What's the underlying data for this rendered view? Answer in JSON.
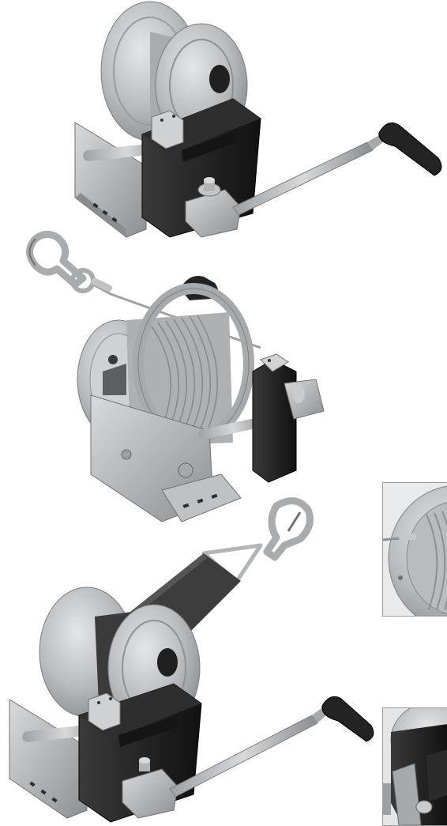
{
  "palette": {
    "background": "#ffffff",
    "steel": "#b4b7b9",
    "steel_dark": "#7e8184",
    "housing_black": "#1c1c1c",
    "strap": "#3a3a3a",
    "grip": "#222222"
  },
  "figures": [
    {
      "subject": "hand-winch-with-crank-handle"
    },
    {
      "subject": "hand-winch-with-wire-rope-and-hook"
    },
    {
      "subject": "hand-winch-with-webbing-strap-and-hook"
    }
  ],
  "insets": [
    {
      "subject": "rope-drum-detail"
    },
    {
      "subject": "brake-housing-detail"
    }
  ]
}
